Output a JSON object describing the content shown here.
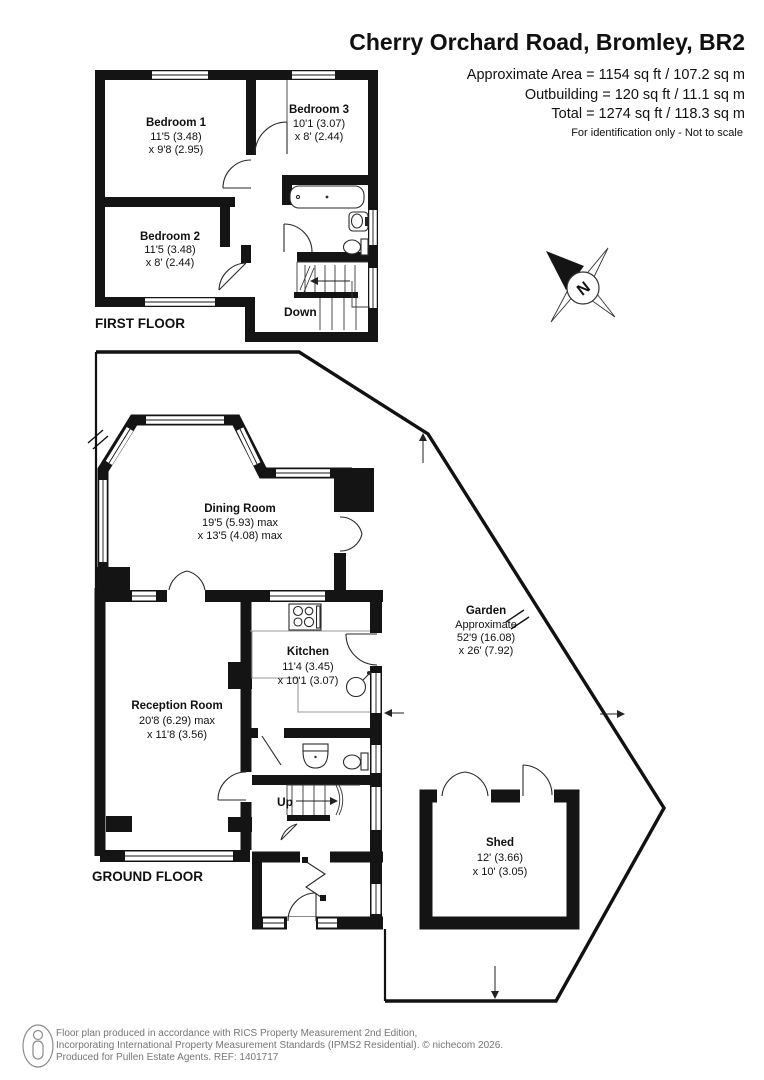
{
  "header": {
    "title": "Cherry Orchard Road, Bromley, BR2",
    "approx_area": "Approximate Area = 1154 sq ft / 107.2 sq m",
    "outbuilding": "Outbuilding = 120 sq ft / 11.1 sq m",
    "total": "Total = 1274 sq ft / 118.3 sq m",
    "disclaimer": "For identification only - Not to scale"
  },
  "compass": {
    "north": "N"
  },
  "first_floor": {
    "label": "FIRST FLOOR",
    "bedroom1": {
      "name": "Bedroom 1",
      "dim1": "11'5 (3.48)",
      "dim2": "x 9'8 (2.95)"
    },
    "bedroom2": {
      "name": "Bedroom 2",
      "dim1": "11'5 (3.48)",
      "dim2": "x 8' (2.44)"
    },
    "bedroom3": {
      "name": "Bedroom 3",
      "dim1": "10'1 (3.07)",
      "dim2": "x 8' (2.44)"
    },
    "stairs": "Down"
  },
  "ground_floor": {
    "label": "GROUND FLOOR",
    "dining_room": {
      "name": "Dining Room",
      "dim1": "19'5 (5.93) max",
      "dim2": "x 13'5 (4.08) max"
    },
    "kitchen": {
      "name": "Kitchen",
      "dim1": "11'4 (3.45)",
      "dim2": "x 10'1 (3.07)"
    },
    "reception_room": {
      "name": "Reception Room",
      "dim1": "20'8 (6.29) max",
      "dim2": "x 11'8 (3.56)"
    },
    "stairs": "Up"
  },
  "garden": {
    "name": "Garden",
    "qualifier": "Approximate",
    "dim1": "52'9 (16.08)",
    "dim2": "x 26' (7.92)"
  },
  "shed": {
    "name": "Shed",
    "dim1": "12' (3.66)",
    "dim2": "x 10' (3.05)"
  },
  "footer": {
    "line1": "Floor plan produced in accordance with RICS Property Measurement 2nd Edition,",
    "line2": "Incorporating International Property Measurement Standards (IPMS2 Residential).   © nichecom 2026.",
    "line3": "Produced for Pullen Estate Agents.   REF:  1401717"
  },
  "colors": {
    "wall": "#141414",
    "counter": "#9a9a9a",
    "footer_text": "#757575"
  }
}
